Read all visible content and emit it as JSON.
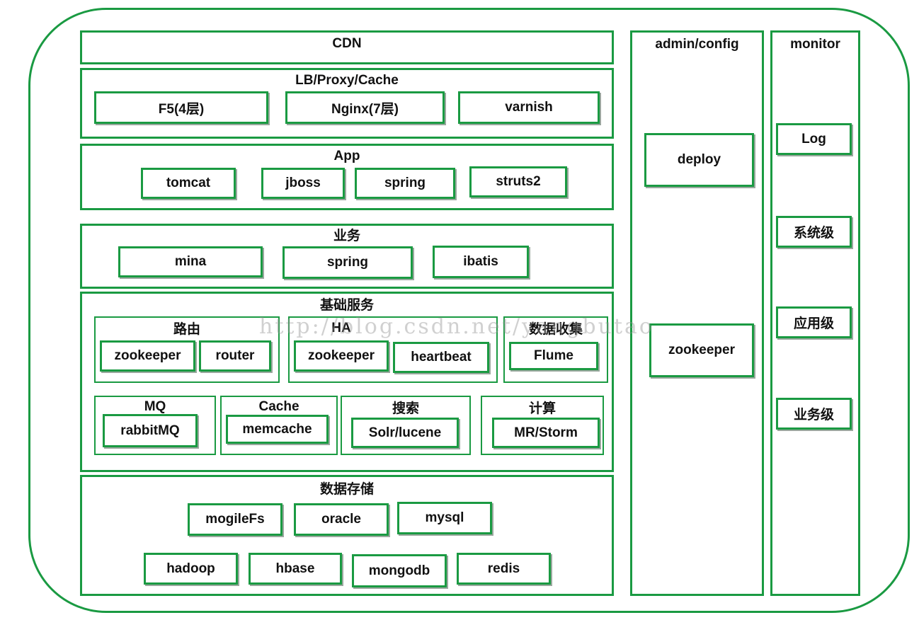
{
  "cdn": "CDN",
  "lb": {
    "title": "LB/Proxy/Cache",
    "items": [
      "F5(4层)",
      "Nginx(7层)",
      "varnish"
    ]
  },
  "app": {
    "title": "App",
    "items": [
      "tomcat",
      "jboss",
      "spring",
      "struts2"
    ]
  },
  "biz": {
    "title": "业务",
    "items": [
      "mina",
      "spring",
      "ibatis"
    ]
  },
  "base": {
    "title": "基础服务",
    "routing": {
      "title": "路由",
      "items": [
        "zookeeper",
        "router"
      ]
    },
    "ha": {
      "title": "HA",
      "items": [
        "zookeeper",
        "heartbeat"
      ]
    },
    "collect": {
      "title": "数据收集",
      "items": [
        "Flume"
      ]
    },
    "mq": {
      "title": "MQ",
      "items": [
        "rabbitMQ"
      ]
    },
    "cache": {
      "title": "Cache",
      "items": [
        "memcache"
      ]
    },
    "search": {
      "title": "搜索",
      "items": [
        "Solr/lucene"
      ]
    },
    "compute": {
      "title": "计算",
      "items": [
        "MR/Storm"
      ]
    }
  },
  "storage": {
    "title": "数据存储",
    "row1": [
      "mogileFs",
      "oracle",
      "mysql"
    ],
    "row2": [
      "hadoop",
      "hbase",
      "mongodb",
      "redis"
    ]
  },
  "admin": {
    "title": "admin/config",
    "items": [
      "deploy",
      "zookeeper"
    ]
  },
  "monitor": {
    "title": "monitor",
    "items": [
      "Log",
      "系统级",
      "应用级",
      "业务级"
    ]
  },
  "watermark": "http://blog.csdn.net/yangbutao",
  "colors": {
    "border": "#1a9a42",
    "text": "#111111"
  }
}
